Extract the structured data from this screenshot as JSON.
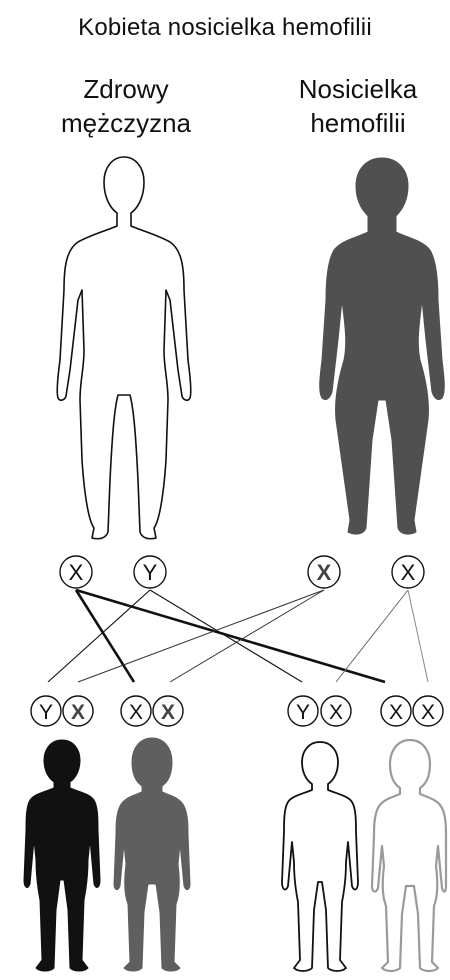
{
  "title": "Kobieta nosicielka hemofilii",
  "parents": {
    "father": {
      "label_line1": "Zdrowy",
      "label_line2": "mężczyzna"
    },
    "mother": {
      "label_line1": "Nosicielka",
      "label_line2": "hemofilii"
    }
  },
  "chromosomes": {
    "father": [
      "X",
      "Y"
    ],
    "mother": [
      "X",
      "X"
    ],
    "children": [
      [
        "Y",
        "X"
      ],
      [
        "X",
        "X"
      ],
      [
        "Y",
        "X"
      ],
      [
        "X",
        "X"
      ]
    ]
  },
  "colors": {
    "carrier_fill": "#505050",
    "affected_fill": "#111111",
    "healthy_outline": "#111111",
    "healthy_female_outline": "#9a9a9a",
    "defective_x": "#444444"
  }
}
